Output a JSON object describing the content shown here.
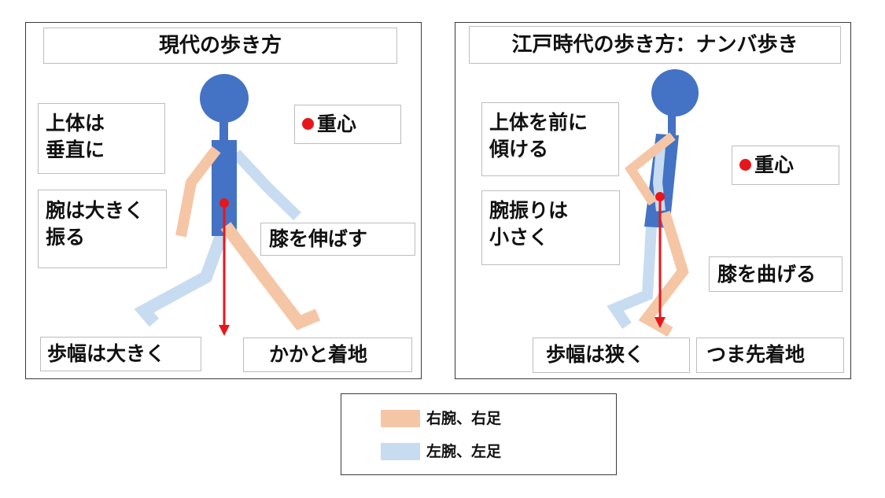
{
  "colors": {
    "right_limb": "#f5c6a5",
    "left_limb": "#c7dcf0",
    "body": "#4472c4",
    "center_of_gravity": "#e8161b"
  },
  "left_panel": {
    "title": "現代の歩き方",
    "upper_body": [
      "上体は",
      "垂直に"
    ],
    "center": "重心",
    "arm": [
      "腕は大きく",
      "振る"
    ],
    "knee": "膝を伸ばす",
    "stride": "歩幅は大きく",
    "landing": "かかと着地"
  },
  "right_panel": {
    "title": "江戸時代の歩き方：ナンバ歩き",
    "upper_body": [
      "上体を前に",
      "傾ける"
    ],
    "center": "重心",
    "arm": [
      "腕振りは",
      "小さく"
    ],
    "knee": "膝を曲げる",
    "stride": "歩幅は狭く",
    "landing": "つま先着地"
  },
  "legend": {
    "right_label": "右腕、右足",
    "left_label": "左腕、左足"
  }
}
